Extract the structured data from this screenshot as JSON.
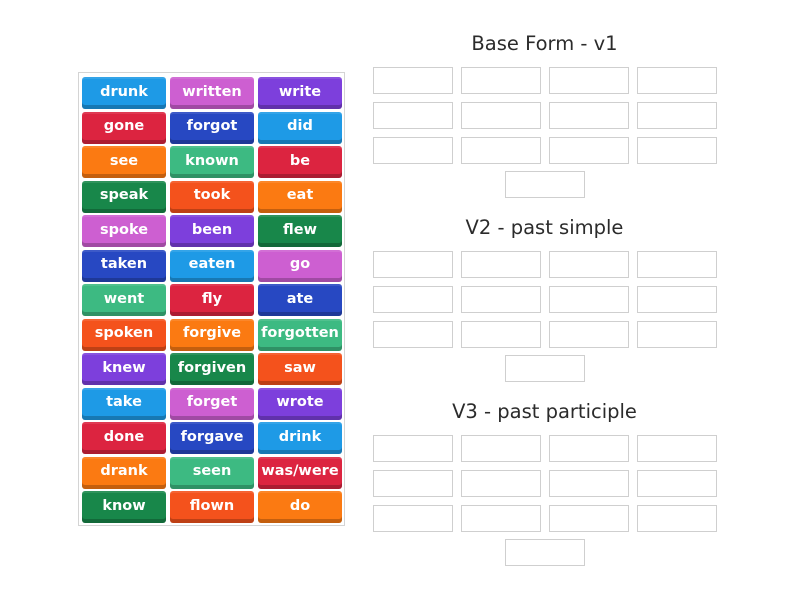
{
  "tiles": [
    {
      "label": "drunk",
      "color": "#1e9ae6"
    },
    {
      "label": "written",
      "color": "#cd5fd1"
    },
    {
      "label": "write",
      "color": "#7d3fdc"
    },
    {
      "label": "gone",
      "color": "#dc2440"
    },
    {
      "label": "forgot",
      "color": "#2748c2"
    },
    {
      "label": "did",
      "color": "#1e9ae6"
    },
    {
      "label": "see",
      "color": "#fb7a12"
    },
    {
      "label": "known",
      "color": "#3dba82"
    },
    {
      "label": "be",
      "color": "#dc2440"
    },
    {
      "label": "speak",
      "color": "#18874a"
    },
    {
      "label": "took",
      "color": "#f4521c"
    },
    {
      "label": "eat",
      "color": "#fb7a12"
    },
    {
      "label": "spoke",
      "color": "#cd5fd1"
    },
    {
      "label": "been",
      "color": "#7d3fdc"
    },
    {
      "label": "flew",
      "color": "#18874a"
    },
    {
      "label": "taken",
      "color": "#2748c2"
    },
    {
      "label": "eaten",
      "color": "#1e9ae6"
    },
    {
      "label": "go",
      "color": "#cd5fd1"
    },
    {
      "label": "went",
      "color": "#3dba82"
    },
    {
      "label": "fly",
      "color": "#dc2440"
    },
    {
      "label": "ate",
      "color": "#2748c2"
    },
    {
      "label": "spoken",
      "color": "#f4521c"
    },
    {
      "label": "forgive",
      "color": "#fb7a12"
    },
    {
      "label": "forgotten",
      "color": "#3dba82"
    },
    {
      "label": "knew",
      "color": "#7d3fdc"
    },
    {
      "label": "forgiven",
      "color": "#18874a"
    },
    {
      "label": "saw",
      "color": "#f4521c"
    },
    {
      "label": "take",
      "color": "#1e9ae6"
    },
    {
      "label": "forget",
      "color": "#cd5fd1"
    },
    {
      "label": "wrote",
      "color": "#7d3fdc"
    },
    {
      "label": "done",
      "color": "#dc2440"
    },
    {
      "label": "forgave",
      "color": "#2748c2"
    },
    {
      "label": "drink",
      "color": "#1e9ae6"
    },
    {
      "label": "drank",
      "color": "#fb7a12"
    },
    {
      "label": "seen",
      "color": "#3dba82"
    },
    {
      "label": "was/were",
      "color": "#dc2440"
    },
    {
      "label": "know",
      "color": "#18874a"
    },
    {
      "label": "flown",
      "color": "#f4521c"
    },
    {
      "label": "do",
      "color": "#fb7a12"
    }
  ],
  "groups": [
    {
      "title": "Base Form - v1",
      "slot_count": 13
    },
    {
      "title": "V2 - past simple",
      "slot_count": 13
    },
    {
      "title": "V3 - past participle",
      "slot_count": 13
    }
  ]
}
